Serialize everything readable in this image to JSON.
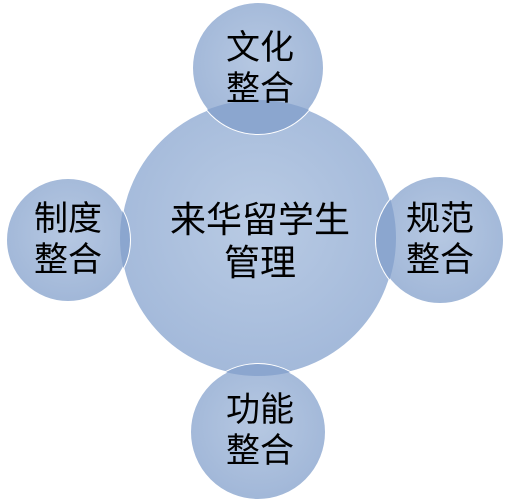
{
  "diagram": {
    "colors": {
      "circle_fill": "#a7bcdb",
      "overlap_fill": "#8aa4cf",
      "text": "#000000"
    },
    "center": {
      "line1": "来华留学生",
      "line2": "管理"
    },
    "top": {
      "line1": "文化",
      "line2": "整合"
    },
    "left": {
      "line1": "制度",
      "line2": "整合"
    },
    "right": {
      "line1": "规范",
      "line2": "整合"
    },
    "bottom": {
      "line1": "功能",
      "line2": "整合"
    }
  }
}
